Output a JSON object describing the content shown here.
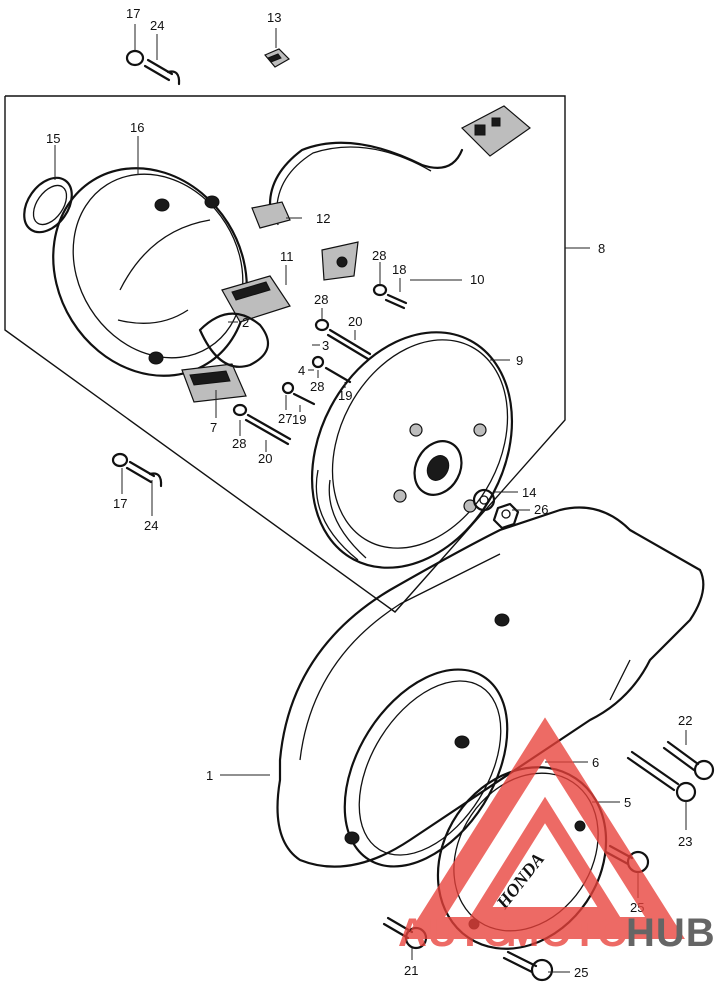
{
  "callouts": [
    {
      "id": "c17a",
      "label": "17"
    },
    {
      "id": "c24a",
      "label": "24"
    },
    {
      "id": "c13",
      "label": "13"
    },
    {
      "id": "c15",
      "label": "15"
    },
    {
      "id": "c16",
      "label": "16"
    },
    {
      "id": "c12",
      "label": "12"
    },
    {
      "id": "c8",
      "label": "8"
    },
    {
      "id": "c11",
      "label": "11"
    },
    {
      "id": "c28a",
      "label": "28"
    },
    {
      "id": "c18",
      "label": "18"
    },
    {
      "id": "c10",
      "label": "10"
    },
    {
      "id": "c28b",
      "label": "28"
    },
    {
      "id": "c20a",
      "label": "20"
    },
    {
      "id": "c2",
      "label": "2"
    },
    {
      "id": "c3",
      "label": "3"
    },
    {
      "id": "c4",
      "label": "4"
    },
    {
      "id": "c28c",
      "label": "28"
    },
    {
      "id": "c19a",
      "label": "19"
    },
    {
      "id": "c27",
      "label": "27"
    },
    {
      "id": "c19b",
      "label": "19"
    },
    {
      "id": "c9",
      "label": "9"
    },
    {
      "id": "c7",
      "label": "7"
    },
    {
      "id": "c28d",
      "label": "28"
    },
    {
      "id": "c20b",
      "label": "20"
    },
    {
      "id": "c17b",
      "label": "17"
    },
    {
      "id": "c24b",
      "label": "24"
    },
    {
      "id": "c14",
      "label": "14"
    },
    {
      "id": "c26",
      "label": "26"
    },
    {
      "id": "c22",
      "label": "22"
    },
    {
      "id": "c1",
      "label": "1"
    },
    {
      "id": "c6",
      "label": "6"
    },
    {
      "id": "c5",
      "label": "5"
    },
    {
      "id": "c23",
      "label": "23"
    },
    {
      "id": "c25a",
      "label": "25"
    },
    {
      "id": "c21",
      "label": "21"
    },
    {
      "id": "c25b",
      "label": "25"
    }
  ],
  "cover_brand": "HONDA",
  "watermark": {
    "part1": "AUTO",
    "part2": "MOTO",
    "part3": "HUB",
    "color_red": "#e8413a",
    "color_dark": "#3a3a3a"
  }
}
